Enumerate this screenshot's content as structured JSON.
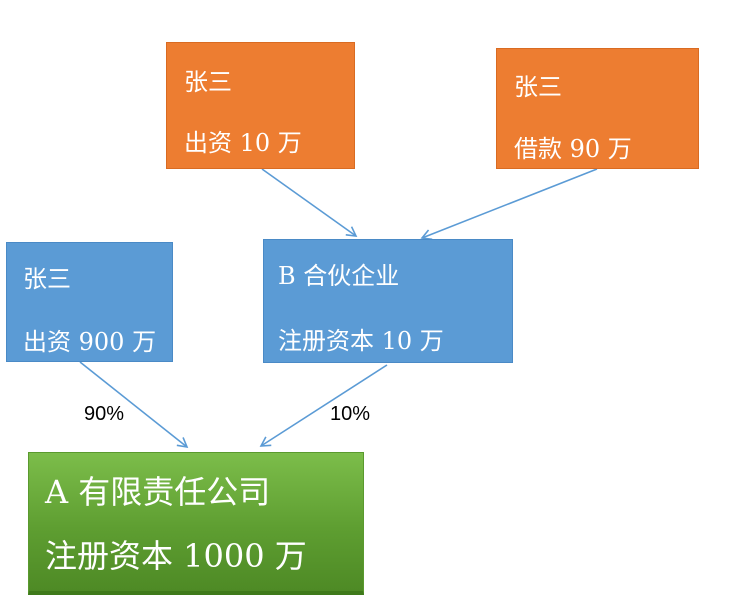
{
  "colors": {
    "owner_box": "#ED7D31",
    "partnership_box": "#5B9BD5",
    "company_box": "#5E9E31",
    "arrow": "#5B9BD5",
    "text": "#FFFFFF"
  },
  "boxes": {
    "zhangsan_invest_top": {
      "name": "张三",
      "detail": "出资 10 万"
    },
    "zhangsan_loan": {
      "name": "张三",
      "detail": "借款 90 万"
    },
    "zhangsan_invest_left": {
      "name": "张三",
      "detail": "出资 900 万"
    },
    "partnership_b": {
      "name": "B 合伙企业",
      "detail": "注册资本 10 万"
    },
    "company_a": {
      "name": "A 有限责任公司",
      "detail": "注册资本 1000 万"
    }
  },
  "edges": {
    "left_to_a": {
      "label": "90%"
    },
    "b_to_a": {
      "label": "10%"
    }
  }
}
